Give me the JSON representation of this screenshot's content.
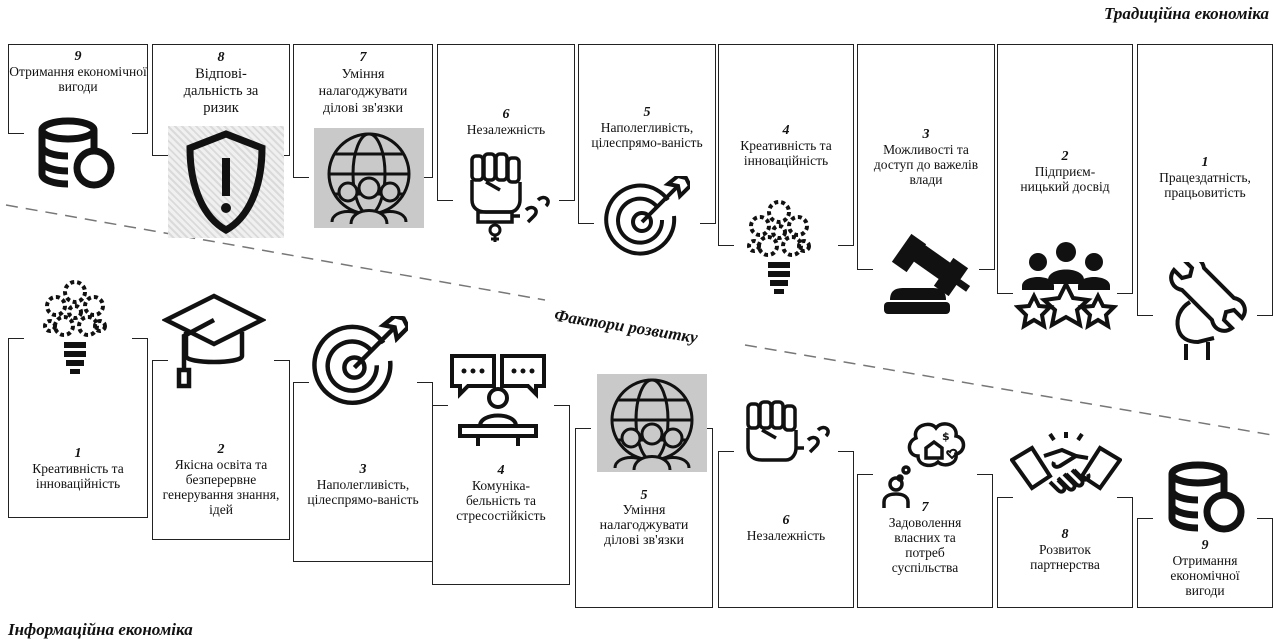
{
  "titles": {
    "top": "Традиційна економіка",
    "middle": "Фактори розвитку",
    "bottom": "Інформаційна економіка"
  },
  "top_row": [
    {
      "num": "9",
      "label": "Отримання економічної вигоди",
      "icon": "database-coins-icon"
    },
    {
      "num": "8",
      "label": "Відпові-дальність за ризик",
      "icon": "shield-warning-icon"
    },
    {
      "num": "7",
      "label": "Уміння налагоджувати ділові зв'язки",
      "icon": "globe-people-icon"
    },
    {
      "num": "6",
      "label": "Незалежність",
      "icon": "fist-broken-chain-icon"
    },
    {
      "num": "5",
      "label": "Наполегливість, цілеспрямо-ваність",
      "icon": "target-arrow-icon"
    },
    {
      "num": "4",
      "label": "Креативність та інноваційність",
      "icon": "lightbulb-gears-icon"
    },
    {
      "num": "3",
      "label": "Можливості та доступ до важелів влади",
      "icon": "gavel-icon"
    },
    {
      "num": "2",
      "label": "Підприєм-ницький досвід",
      "icon": "team-stars-icon"
    },
    {
      "num": "1",
      "label": "Працездатність, працьовитість",
      "icon": "hand-wrench-icon"
    }
  ],
  "bottom_row": [
    {
      "num": "1",
      "label": "Креативність та інноваційність",
      "icon": "lightbulb-gears-icon"
    },
    {
      "num": "2",
      "label": "Якісна освіта та безперервне генерування знання, ідей",
      "icon": "graduation-cap-icon"
    },
    {
      "num": "3",
      "label": "Наполегливість, цілеспрямо-ваність",
      "icon": "target-arrow-icon"
    },
    {
      "num": "4",
      "label": "Комуніка-бельність та стресостійкість",
      "icon": "speaker-chat-icon"
    },
    {
      "num": "5",
      "label": "Уміння налагоджувати ділові зв'язки",
      "icon": "globe-people-icon"
    },
    {
      "num": "6",
      "label": "Незалежність",
      "icon": "fist-broken-chain-icon"
    },
    {
      "num": "7",
      "label": "Задоволення власних та потреб суспільства",
      "icon": "person-thought-icon"
    },
    {
      "num": "8",
      "label": "Розвиток партнерства",
      "icon": "handshake-icon"
    },
    {
      "num": "9",
      "label": "Отримання економічної вигоди",
      "icon": "database-coins-icon"
    }
  ]
}
